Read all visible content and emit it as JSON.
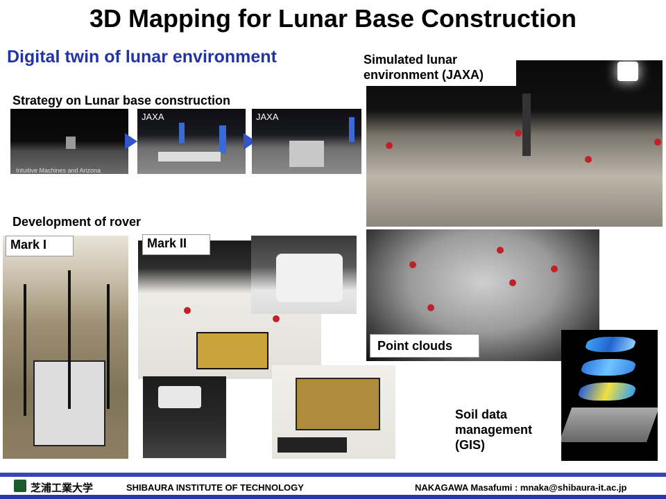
{
  "title": "3D Mapping for Lunar Base Construction",
  "subtitle": "Digital twin of lunar environment",
  "sections": {
    "strategy": "Strategy on Lunar base construction",
    "rover": "Development of rover"
  },
  "strategy_images": {
    "jaxa1": "JAXA",
    "jaxa2": "JAXA",
    "credit": "Intuitive Machines and Arizona"
  },
  "labels": {
    "mark1": "Mark I",
    "mark2": "Mark II",
    "simulated": "Simulated lunar environment (JAXA)",
    "point_clouds": "Point clouds",
    "soil": "Soil data management (GIS)"
  },
  "footer": {
    "university_jp": "芝浦工業大学",
    "university_en": "SHIBAURA INSTITUTE OF TECHNOLOGY",
    "author": "NAKAGAWA Masafumi : mnaka@shibaura-it.ac.jp"
  },
  "colors": {
    "subtitle": "#2233a8",
    "footer": "#2a34a8",
    "arrow": "#3355cc"
  }
}
